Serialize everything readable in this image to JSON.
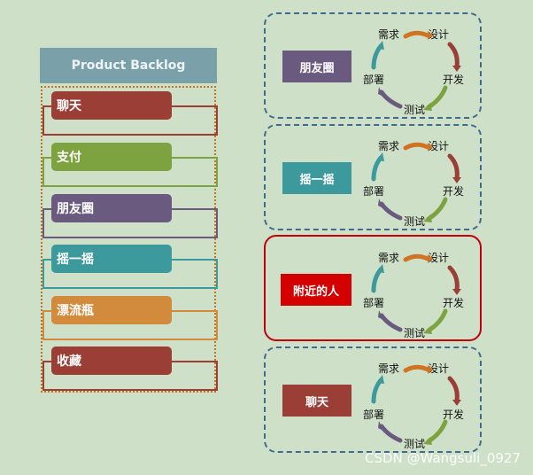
{
  "product_backlog": {
    "title": "Product Backlog",
    "items": [
      {
        "label": "聊天",
        "color": "#9b3f36",
        "line": "#9b3f36"
      },
      {
        "label": "支付",
        "color": "#7ca33f",
        "line": "#7ca33f"
      },
      {
        "label": "朋友圈",
        "color": "#6a5a7f",
        "line": "#6a5a7f"
      },
      {
        "label": "摇一摇",
        "color": "#3d9a9c",
        "line": "#3d9a9c"
      },
      {
        "label": "漂流瓶",
        "color": "#d28a3c",
        "line": "#d28a3c"
      },
      {
        "label": "收藏",
        "color": "#9b3f36",
        "line": "#9b3f36"
      }
    ]
  },
  "sprints": [
    {
      "label": "朋友圈",
      "color": "#6a5a7f",
      "highlighted": false
    },
    {
      "label": "摇一摇",
      "color": "#3d9a9c",
      "highlighted": false
    },
    {
      "label": "附近的人",
      "color": "#d40000",
      "highlighted": true
    },
    {
      "label": "聊天",
      "color": "#9b3f36",
      "highlighted": false
    }
  ],
  "cycle": {
    "requirements": "需求",
    "design": "设计",
    "develop": "开发",
    "test": "测试",
    "deploy": "部署",
    "arrow_colors": [
      "#d07424",
      "#9b3f36",
      "#7ca33f",
      "#6a5a7f",
      "#3d9a9c"
    ]
  },
  "watermark": "CSDN @Wangsuli_0927"
}
